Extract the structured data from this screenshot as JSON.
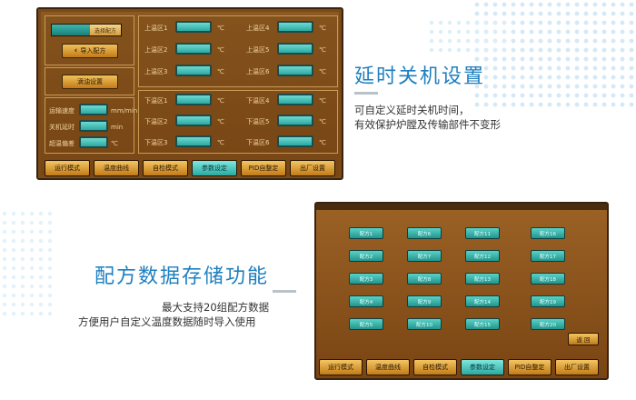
{
  "panel1": {
    "toggle_label": "选择配方",
    "import_button": "导入配方",
    "drip_button": "滴油设置",
    "settings": [
      {
        "label": "运输速度",
        "unit": "mm/min"
      },
      {
        "label": "关机延时",
        "unit": "min"
      },
      {
        "label": "超温偏差",
        "unit": "℃"
      }
    ],
    "upper_zones": [
      "上温区1",
      "上温区2",
      "上温区3",
      "上温区4",
      "上温区5",
      "上温区6"
    ],
    "lower_zones": [
      "下温区1",
      "下温区2",
      "下温区3",
      "下温区4",
      "下温区5",
      "下温区6"
    ],
    "temp_unit": "℃",
    "nav": [
      "运行模式",
      "温度曲线",
      "自检模式",
      "参数设定",
      "PID自整定",
      "出厂设置"
    ]
  },
  "feature1": {
    "title": "延时关机设置",
    "lines": [
      "可自定义延时关机时间，",
      "有效保护炉膛及传输部件不变形"
    ]
  },
  "feature2": {
    "title": "配方数据存储功能",
    "lines": [
      "最大支持20组配方数据",
      "方便用户自定义温度数据随时导入使用"
    ]
  },
  "panel2": {
    "recipes": [
      "配方1",
      "配方2",
      "配方3",
      "配方4",
      "配方5",
      "配方6",
      "配方7",
      "配方8",
      "配方9",
      "配方10",
      "配方11",
      "配方12",
      "配方13",
      "配方14",
      "配方15",
      "配方16",
      "配方17",
      "配方18",
      "配方19",
      "配方20"
    ],
    "back_button": "返 回",
    "nav": [
      "运行模式",
      "温度曲线",
      "自检模式",
      "参数设定",
      "PID自整定",
      "出厂设置"
    ]
  },
  "colors": {
    "accent": "#1e7fc0",
    "panel": "#7a4a18",
    "teal": "#2aa9a1",
    "gold": "#e8b14a"
  }
}
